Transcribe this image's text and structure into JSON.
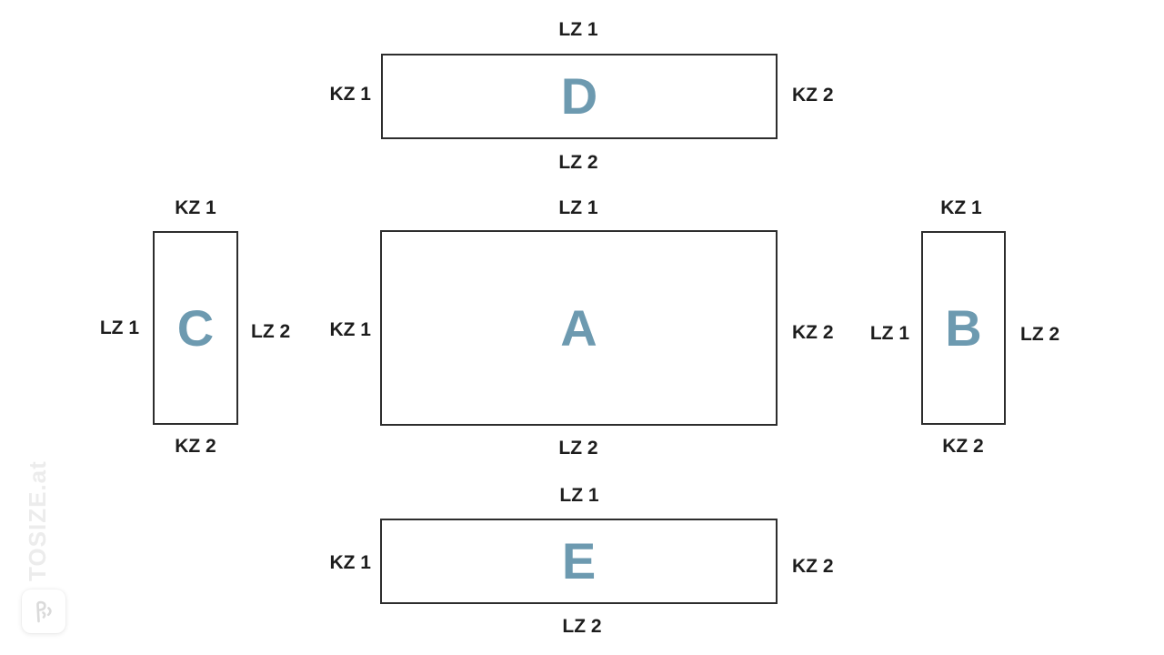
{
  "panels": [
    {
      "letter": "D",
      "top": "LZ 1",
      "left": "KZ 1",
      "right": "KZ 2",
      "bottom": "LZ 2"
    },
    {
      "letter": "C",
      "top": "KZ 1",
      "left": "LZ 1",
      "right": "LZ 2",
      "bottom": "KZ 2"
    },
    {
      "letter": "A",
      "top": "LZ 1",
      "left": "KZ 1",
      "right": "KZ 2",
      "bottom": "LZ 2"
    },
    {
      "letter": "B",
      "top": "KZ 1",
      "left": "LZ 1",
      "right": "LZ 2",
      "bottom": "KZ 2"
    },
    {
      "letter": "E",
      "top": "LZ 1",
      "left": "KZ 1",
      "right": "KZ 2",
      "bottom": "LZ 2"
    }
  ],
  "watermark": {
    "text": "TOSIZE.at"
  },
  "colors": {
    "panel_letter": "#6d9ab0",
    "outline": "#2d2d2d",
    "label_text": "#1d1d1d",
    "watermark": "#ececec",
    "background": "#ffffff"
  }
}
